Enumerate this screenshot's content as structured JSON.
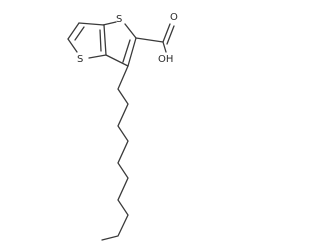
{
  "atoms": {
    "s_ring_outer": "S",
    "s_ring_left": "S",
    "oxygen_carbonyl": "O",
    "hydroxyl": "OH"
  }
}
